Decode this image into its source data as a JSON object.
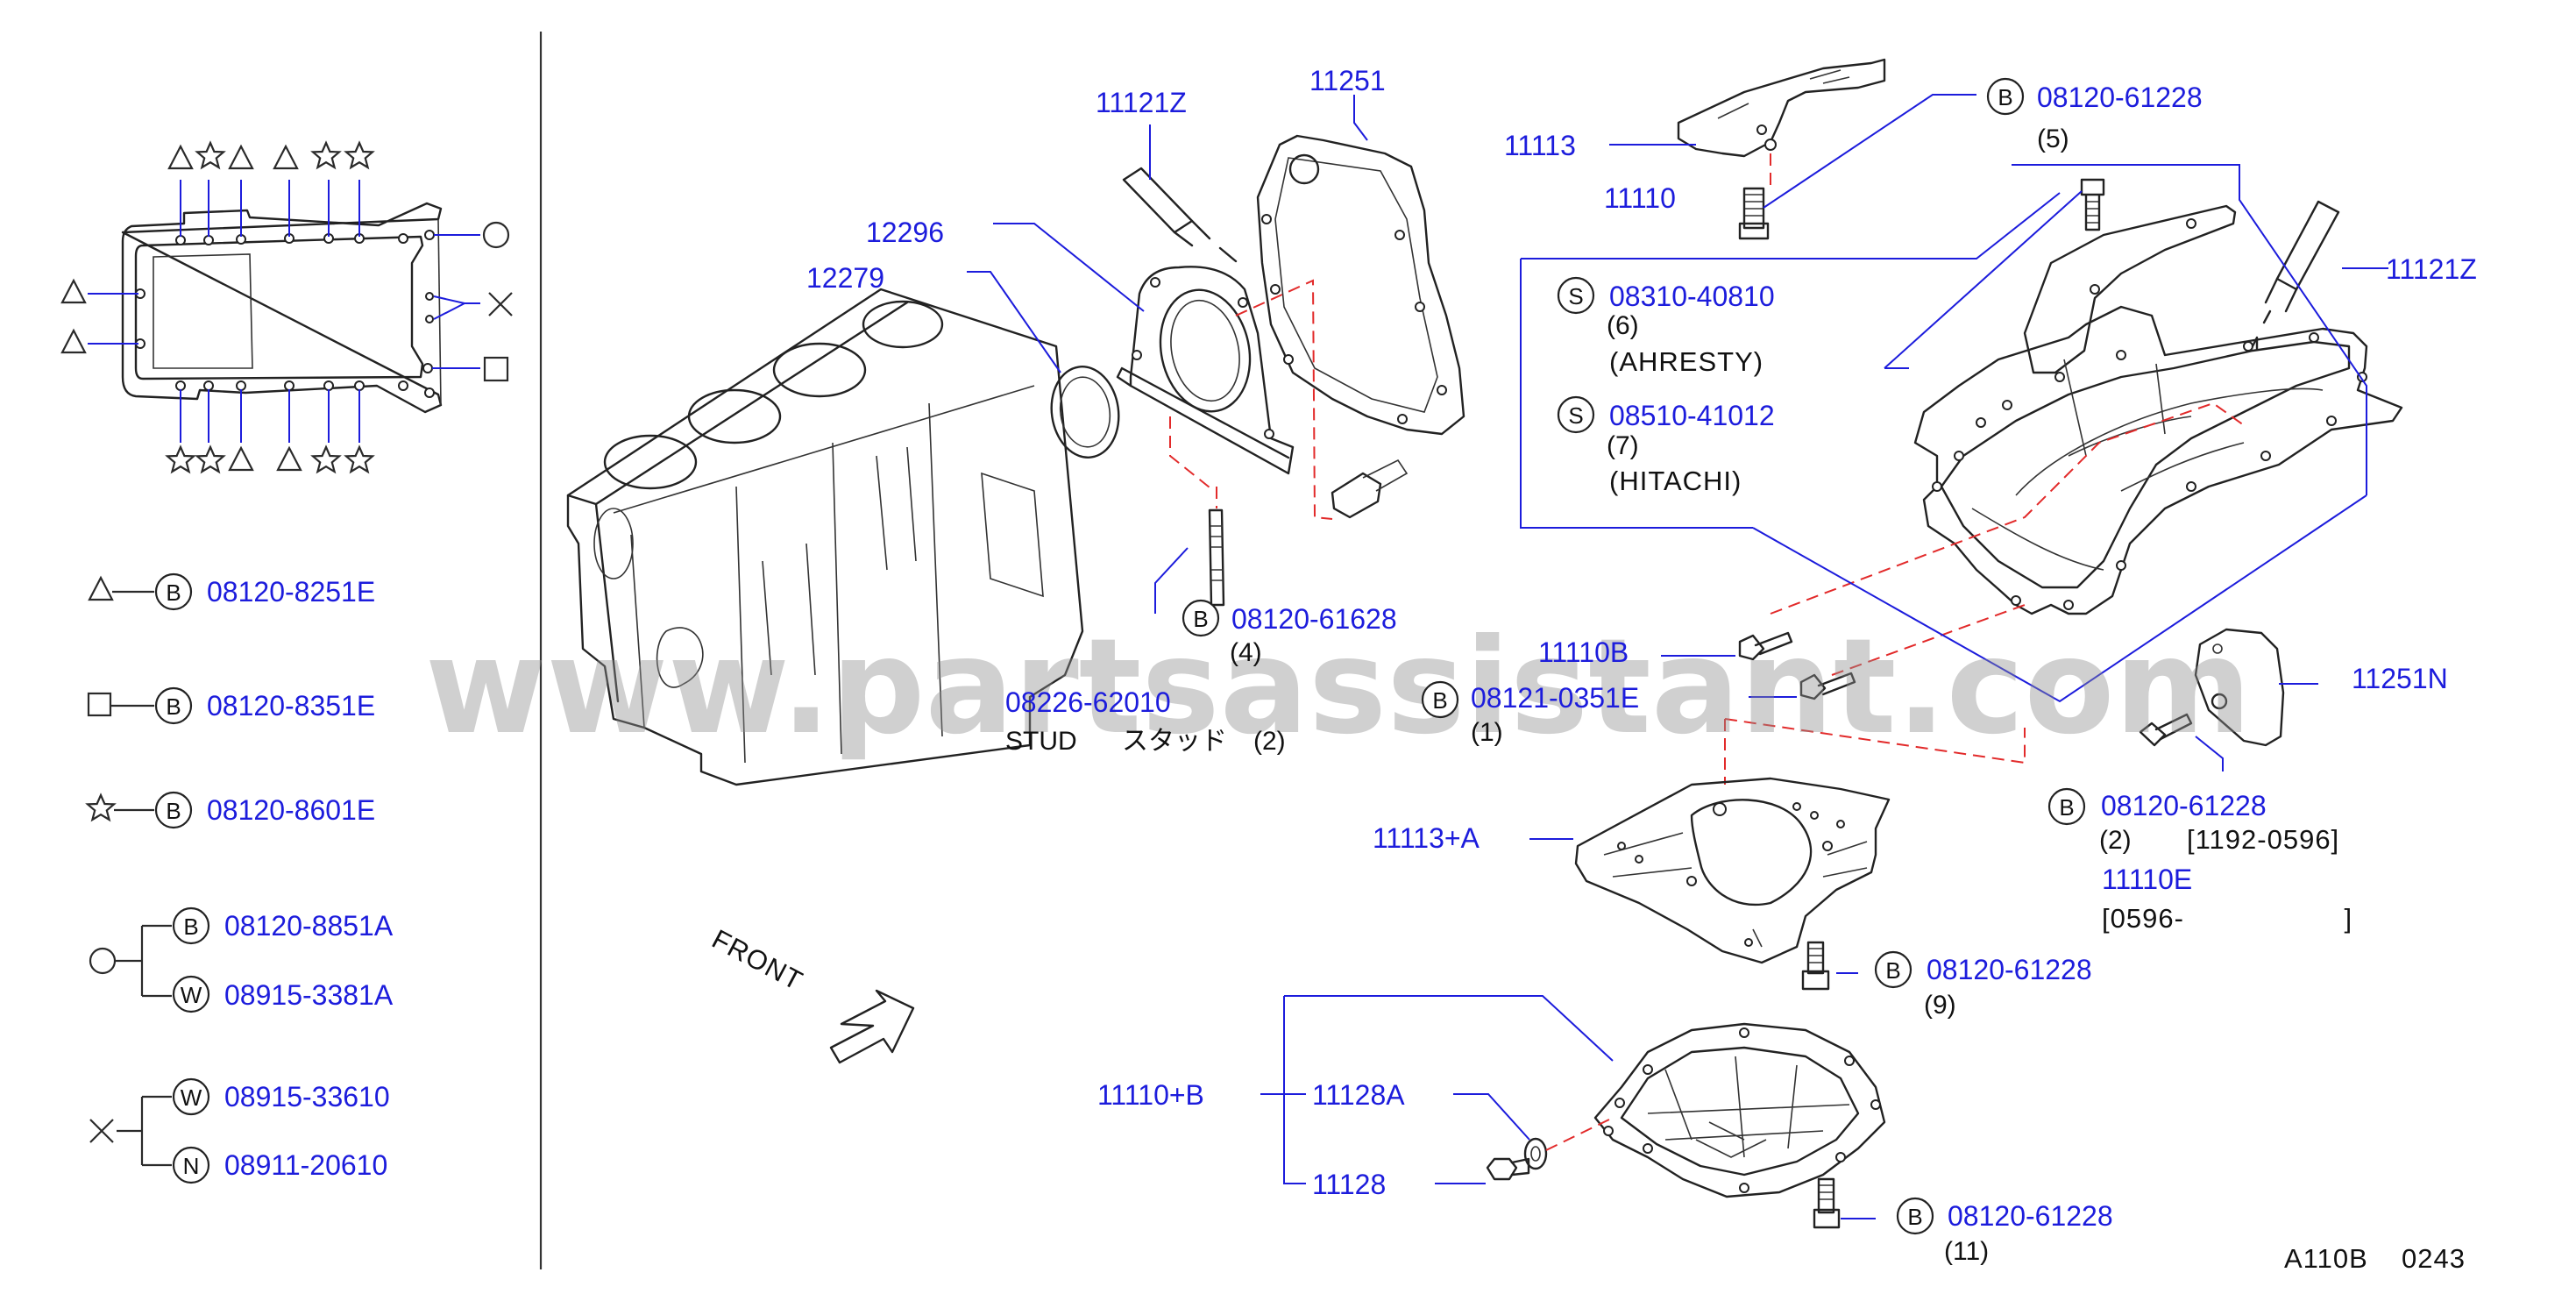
{
  "legend": {
    "triangle": {
      "badge": "B",
      "part": "08120-8251E"
    },
    "square": {
      "badge": "B",
      "part": "08120-8351E"
    },
    "star": {
      "badge": "B",
      "part": "08120-8601E"
    },
    "circle": [
      {
        "badge": "B",
        "part": "08120-8851A"
      },
      {
        "badge": "W",
        "part": "08915-3381A"
      }
    ],
    "cross": [
      {
        "badge": "W",
        "part": "08915-33610"
      },
      {
        "badge": "N",
        "part": "08911-20610"
      }
    ]
  },
  "callouts": {
    "p11121Z_top": "11121Z",
    "p11251": "11251",
    "p12296": "12296",
    "p12279": "12279",
    "p11113": "11113",
    "p11110": "11110",
    "b_08120_61228_a": {
      "badge": "B",
      "part": "08120-61228",
      "qty": "(5)"
    },
    "s_08310": {
      "badge": "S",
      "part": "08310-40810",
      "qty": "(6)",
      "note": "(AHRESTY)"
    },
    "s_08510": {
      "badge": "S",
      "part": "08510-41012",
      "qty": "(7)",
      "note": "(HITACHI)"
    },
    "p11121Z_right": "11121Z",
    "b_08120_61628": {
      "badge": "B",
      "part": "08120-61628",
      "qty": "(4)"
    },
    "stud": {
      "part": "08226-62010",
      "label": "STUD",
      "jp": "スタッド",
      "qty": "(2)"
    },
    "p11110B": "11110B",
    "b_08121": {
      "badge": "B",
      "part": "08121-0351E",
      "qty": "(1)"
    },
    "p11251N": "11251N",
    "b_08120_61228_b": {
      "badge": "B",
      "part": "08120-61228",
      "qty": "(2)",
      "range": "[1192-0596]"
    },
    "p11110E": "11110E",
    "range_11110E": "[0596-                   ]",
    "p11113A": "11113+A",
    "b_08120_61228_c": {
      "badge": "B",
      "part": "08120-61228",
      "qty": "(9)"
    },
    "front": "FRONT",
    "p11110B_plus": "11110+B",
    "p11128A": "11128A",
    "p11128": "11128",
    "b_08120_61228_d": {
      "badge": "B",
      "part": "08120-61228",
      "qty": "(11)"
    }
  },
  "footer": {
    "code": "A110B",
    "number": "0243"
  },
  "watermark": "www.partsassistant.com",
  "colors": {
    "part_number": "#1c1cdc",
    "dashed_guide": "#e22a2a",
    "line_art": "#222222"
  }
}
